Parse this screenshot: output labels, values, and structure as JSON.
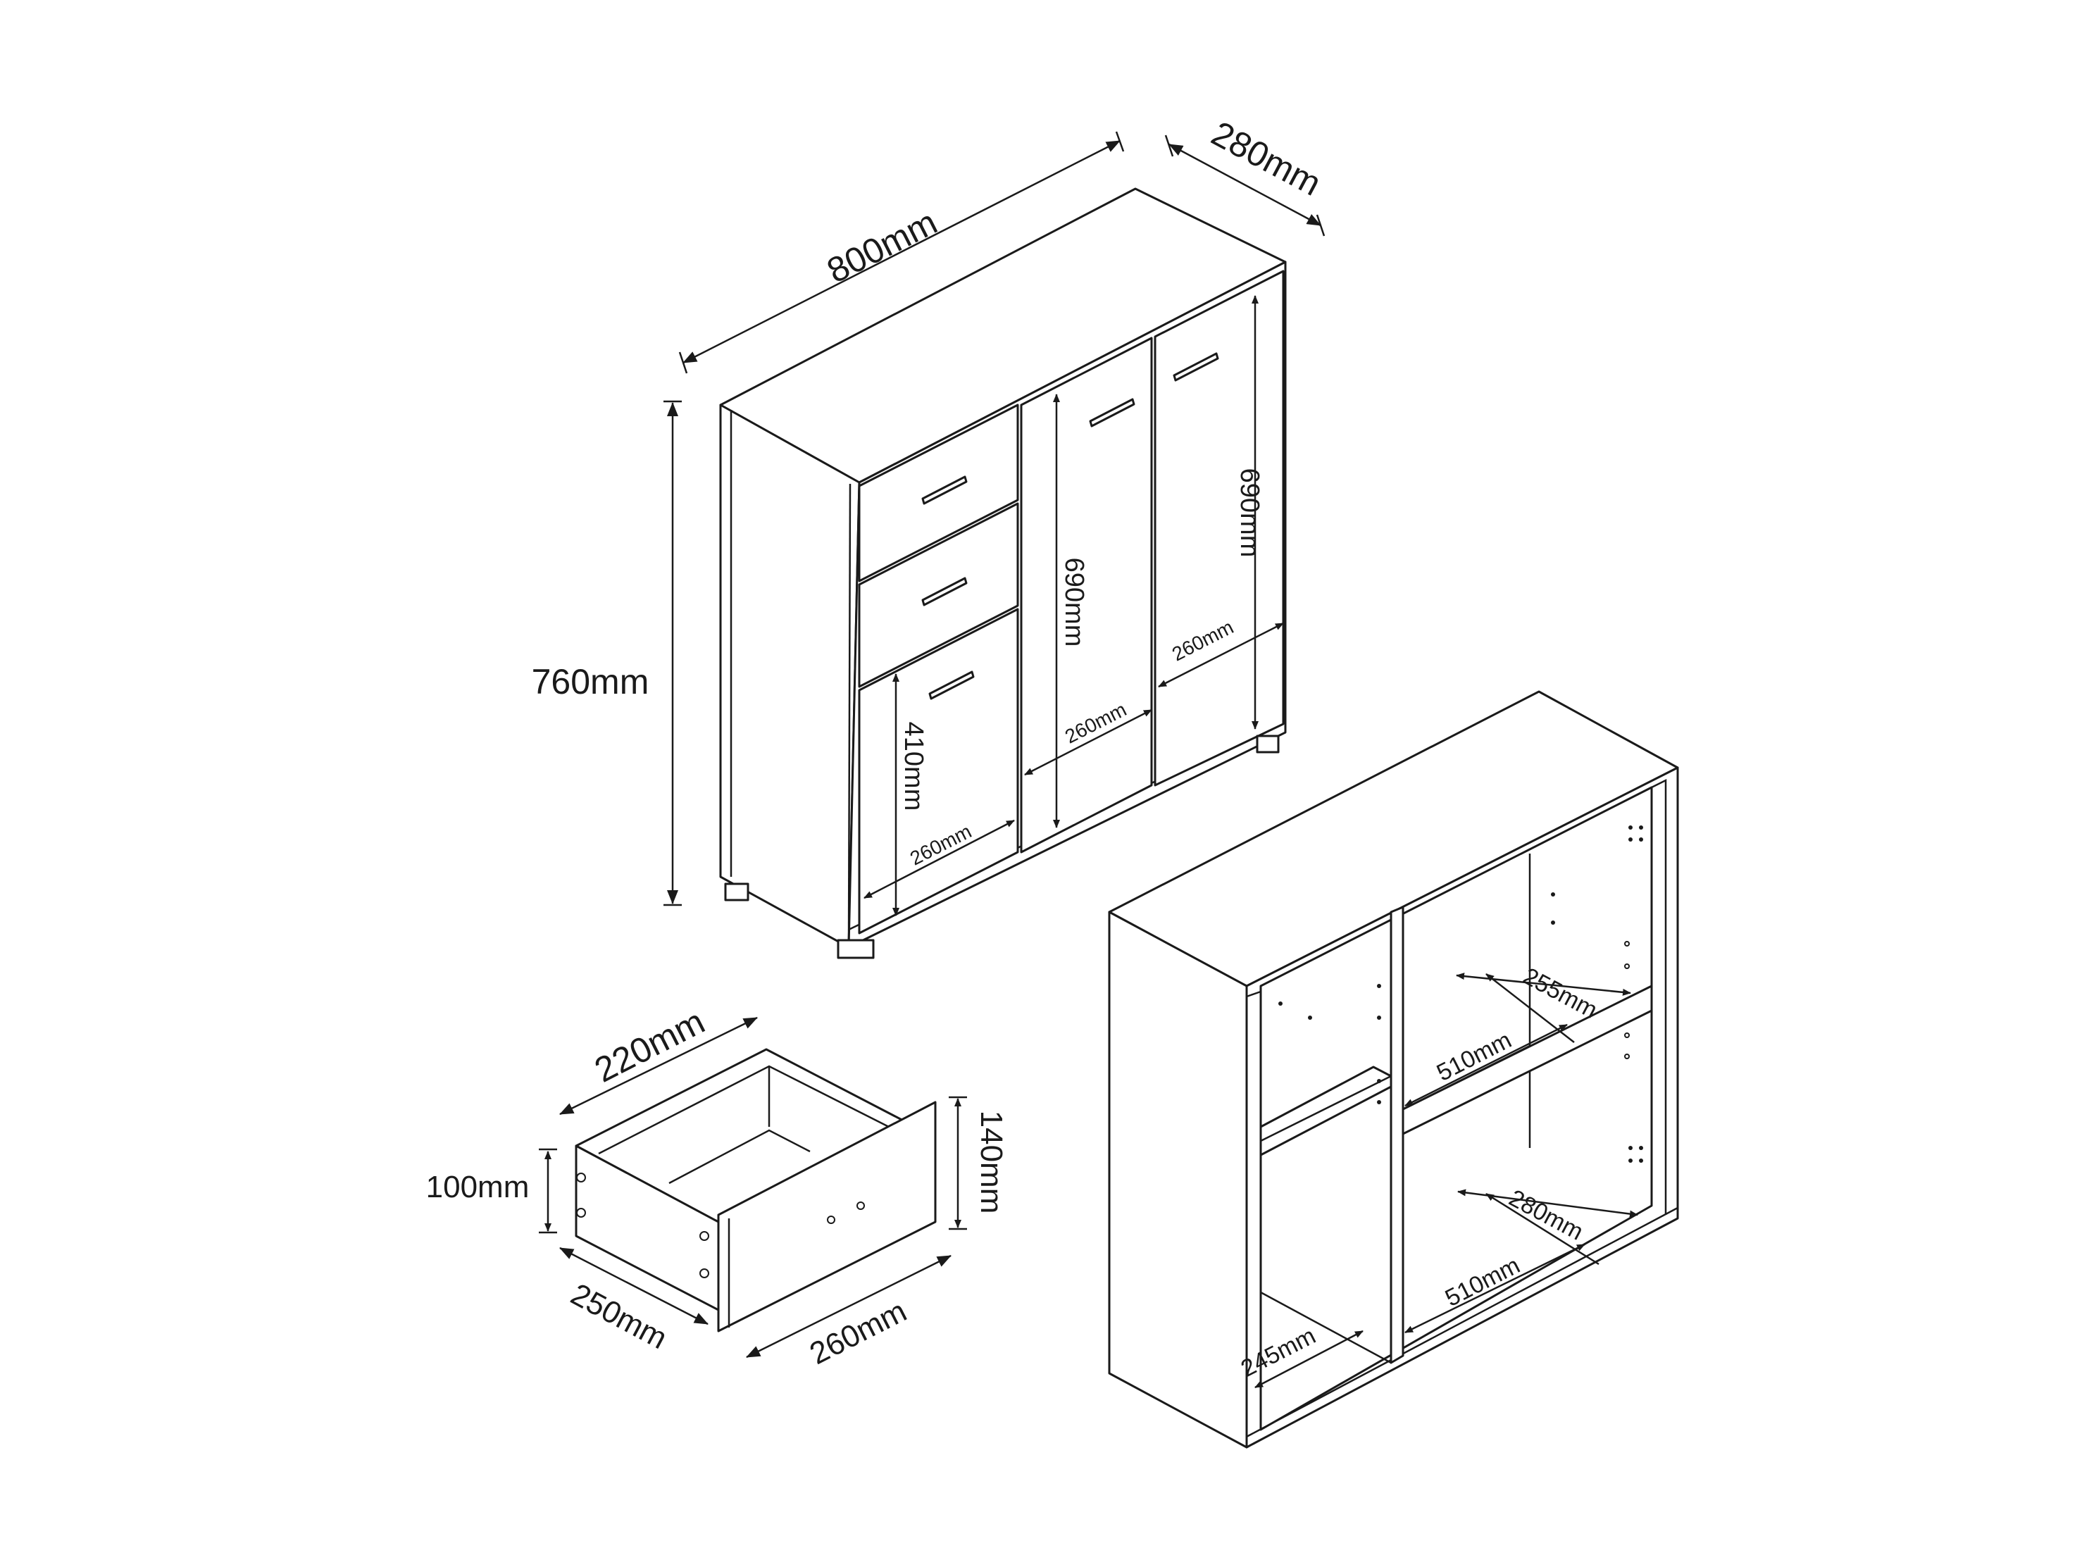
{
  "labels": {
    "cab_width": "800mm",
    "cab_depth": "280mm",
    "cab_height": "760mm",
    "door_left_height": "410mm",
    "door_left_width": "260mm",
    "door_mid_height": "690mm",
    "door_mid_width": "260mm",
    "door_right_height": "690mm",
    "door_right_width": "260mm",
    "drawer_depth": "220mm",
    "drawer_height_inner": "100mm",
    "drawer_front_height": "140mm",
    "drawer_side_depth": "250mm",
    "drawer_front_width": "260mm",
    "shelf_depth_upper": "255mm",
    "shelf_width_upper": "510mm",
    "shelf_depth_lower": "280mm",
    "shelf_width_lower": "510mm",
    "left_compartment_depth": "245mm"
  },
  "colors": {
    "line": "#1a1a1a",
    "background": "#ffffff"
  }
}
